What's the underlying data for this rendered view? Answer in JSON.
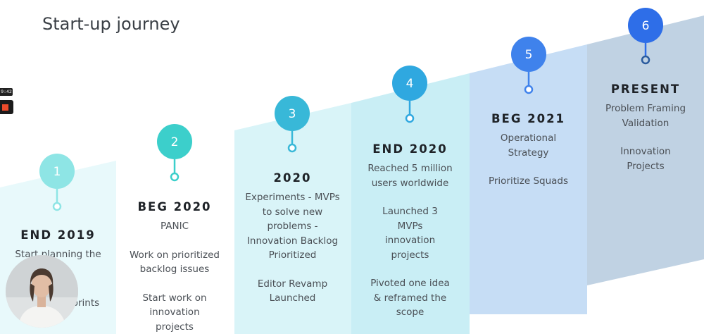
{
  "slide": {
    "title": "Start-up journey",
    "steps": [
      {
        "number": "1",
        "heading": "END 2019",
        "items": [
          "Start planning the",
          "Sprints"
        ]
      },
      {
        "number": "2",
        "heading": "BEG 2020",
        "items": [
          "PANIC",
          "Work on prioritized backlog issues",
          "Start work on innovation projects"
        ]
      },
      {
        "number": "3",
        "heading": "2020",
        "items": [
          "Experiments - MVPs to solve new problems - Innovation Backlog Prioritized",
          "Editor Revamp Launched"
        ]
      },
      {
        "number": "4",
        "heading": "END 2020",
        "items": [
          "Reached 5 million users worldwide",
          "Launched 3 MVPs innovation projects",
          "Pivoted one idea & reframed the scope"
        ]
      },
      {
        "number": "5",
        "heading": "BEG 2021",
        "items": [
          "Operational Strategy",
          "Prioritize Squads"
        ]
      },
      {
        "number": "6",
        "heading": "PRESENT",
        "items": [
          "Problem Framing Validation",
          "Innovation Projects"
        ]
      }
    ]
  },
  "recorder": {
    "time": "9:42"
  },
  "colors": {
    "band1": "#e8f9fb",
    "band2": "#ffffff",
    "band3": "#d9f4f8",
    "band4": "#c9eef5",
    "band5": "#c6ddf5",
    "band6": "#c0d2e3",
    "circle1": "#8ee5e5",
    "circle2": "#3ccfcb",
    "circle3": "#38b8d8",
    "circle4": "#2fa8e0",
    "circle5": "#3f82ec",
    "circle6": "#2e6ee8"
  }
}
